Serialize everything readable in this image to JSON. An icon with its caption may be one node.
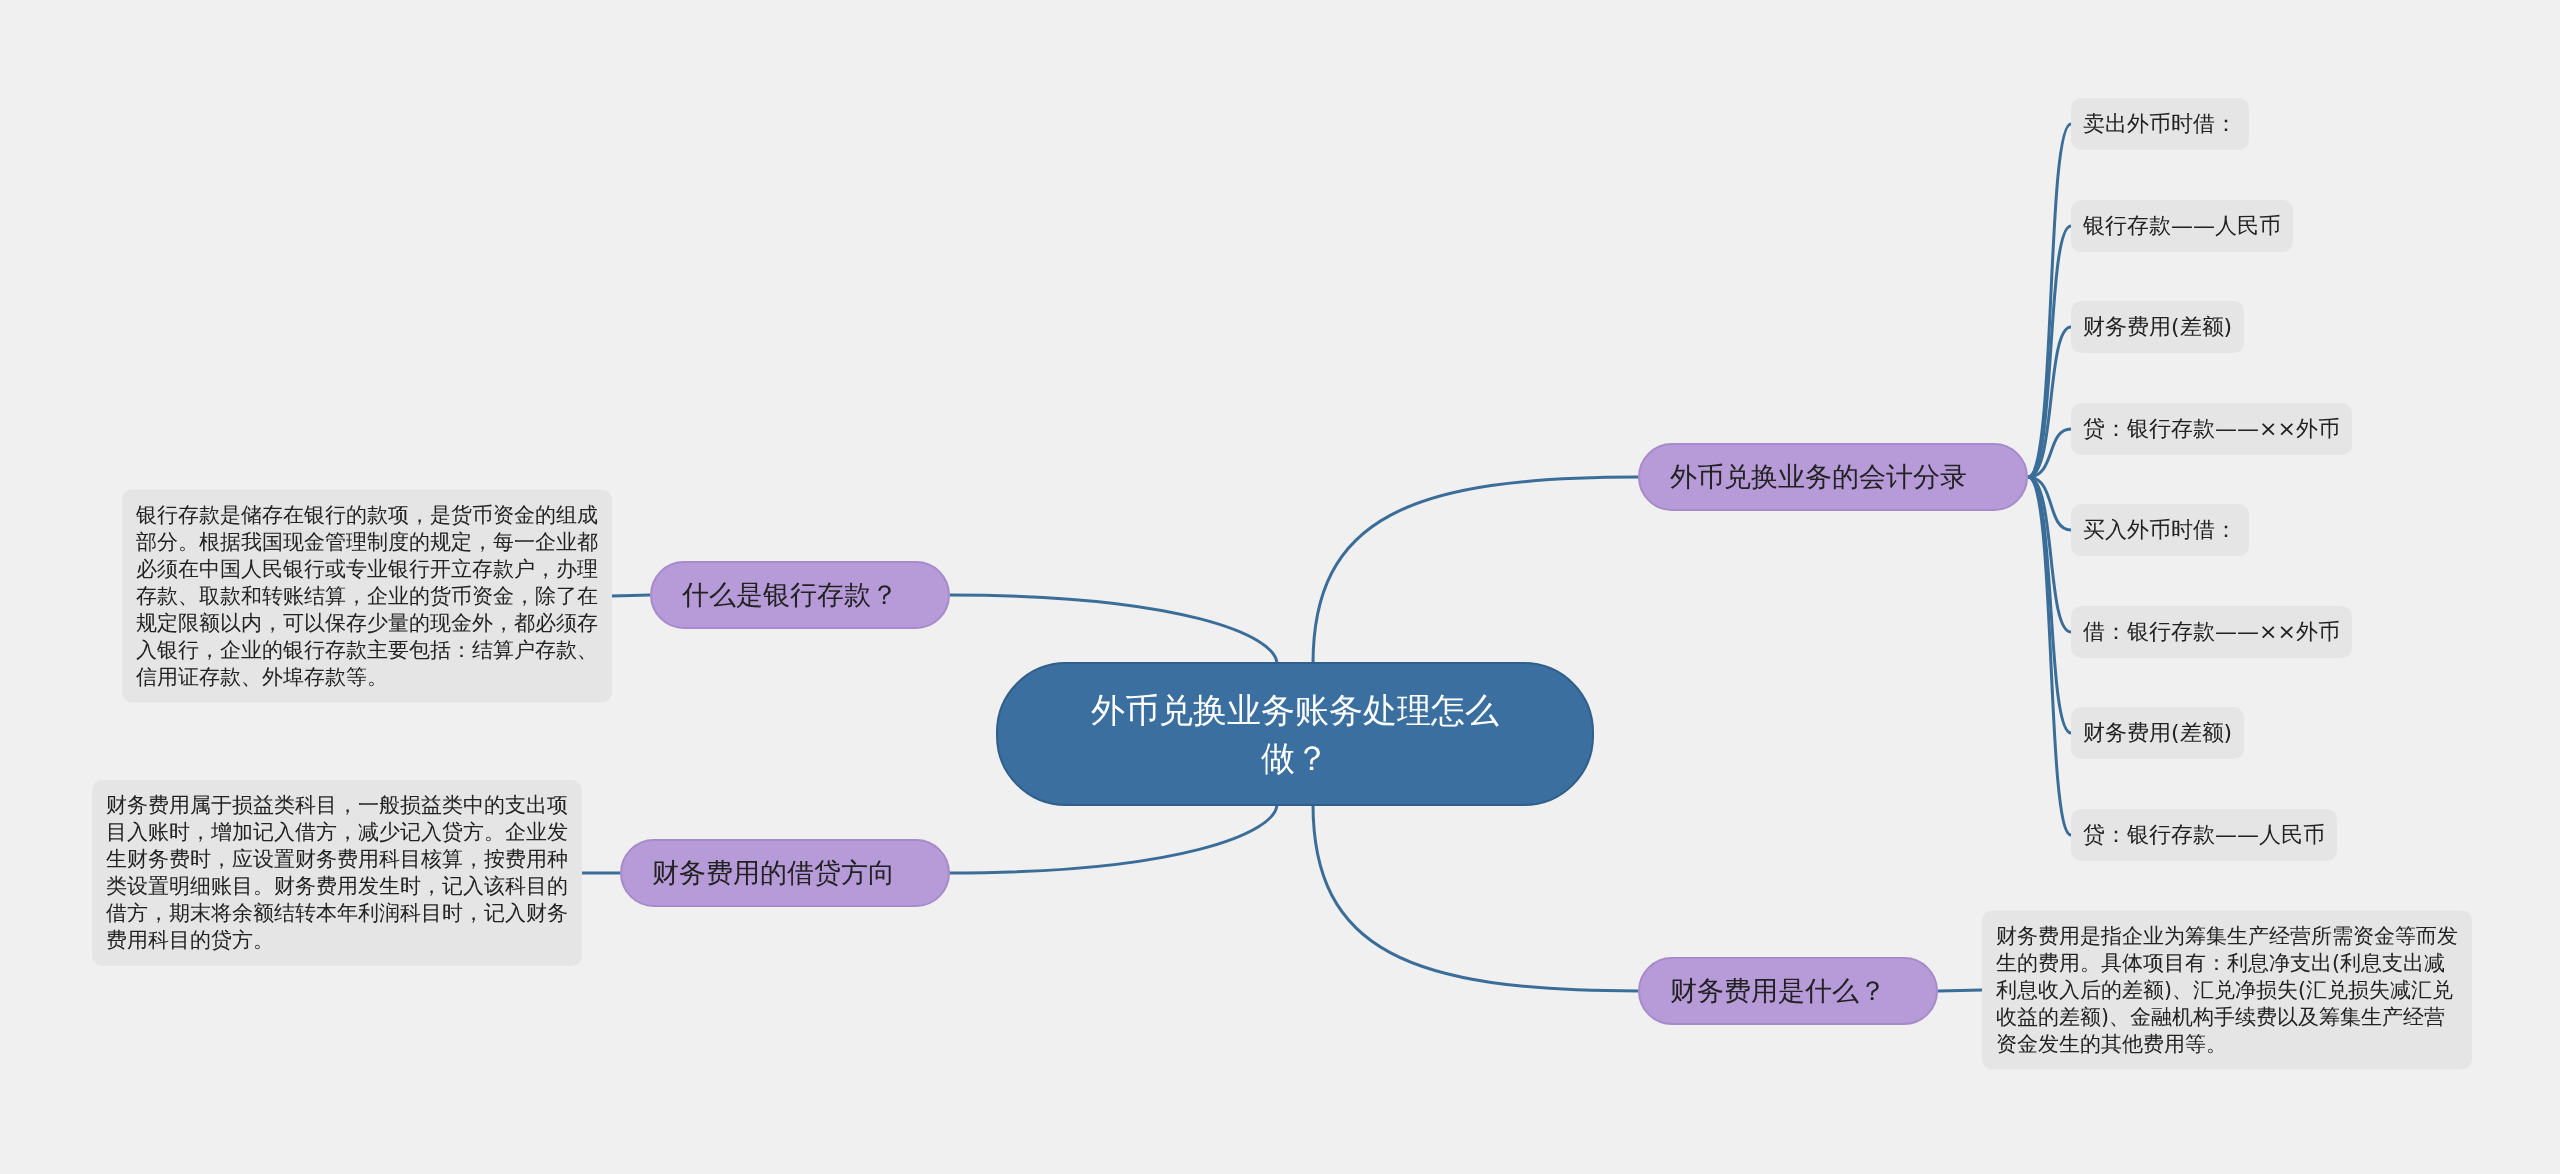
{
  "diagram": {
    "nodes": [
      {
        "text": [
          "外币兑换业务账务处理怎么做？"
        ]
      },
      {
        "text": [
          "外币兑换业务的会计分录"
        ]
      },
      {
        "text": [
          "卖出外币时借："
        ]
      },
      {
        "text": [
          "银行存款——人民币"
        ]
      },
      {
        "text": [
          "财务费用(差额)"
        ]
      },
      {
        "text": [
          "贷：银行存款——××外币"
        ]
      },
      {
        "text": [
          "买入外币时借："
        ]
      },
      {
        "text": [
          "借：银行存款——××外币"
        ]
      },
      {
        "text": [
          "财务费用(差额)"
        ]
      },
      {
        "text": [
          "贷：银行存款——人民币"
        ]
      },
      {
        "text": [
          "财务费用是什么？"
        ]
      },
      {
        "text": [
          "财务费用是指企业为筹集生产经营所需资金等而发生的费用。具体项目有：利息净支出(利息支出减利息收入后的差额)、汇兑净损失(汇兑损失减汇兑收益的差额)、金融机构手续费以及筹集生产经营资金发生的其他费用等。"
        ]
      },
      {
        "text": [
          "什么是银行存款？"
        ]
      },
      {
        "text": [
          "银行存款是储存在银行的款项，是货币资金的组成部分。根据我国现金管理制度的规定，每一企业都必须在中国人民银行或专业银行开立存款户，办理存款、取款和转账结算，企业的货币资金，除了在规定限额以内，可以保存少量的现金外，都必须存入银行，企业的银行存款主要包括：结算户存款、信用证存款、外埠存款等。"
        ]
      },
      {
        "text": [
          "财务费用的借贷方向"
        ]
      },
      {
        "text": [
          "财务费用属于损益类科目，一般损益类中的支出项目入账时，增加记入借方，减少记入贷方。企业发生财务费时，应设置财务费用科目核算，按费用种类设置明细账目。财务费用发生时，记入该科目的借方，期末将余额结转本年利润科目时，记入财务费用科目的贷方。"
        ]
      }
    ],
    "edges": [
      {
        "from": 0,
        "to": 1,
        "arrow": "none"
      },
      {
        "from": 1,
        "to": 2,
        "arrow": "none"
      },
      {
        "from": 1,
        "to": 3,
        "arrow": "none"
      },
      {
        "from": 1,
        "to": 4,
        "arrow": "none"
      },
      {
        "from": 1,
        "to": 5,
        "arrow": "none"
      },
      {
        "from": 1,
        "to": 6,
        "arrow": "none"
      },
      {
        "from": 1,
        "to": 7,
        "arrow": "none"
      },
      {
        "from": 1,
        "to": 8,
        "arrow": "none"
      },
      {
        "from": 1,
        "to": 9,
        "arrow": "none"
      },
      {
        "from": 0,
        "to": 10,
        "arrow": "none"
      },
      {
        "from": 10,
        "to": 11,
        "arrow": "none"
      },
      {
        "from": 0,
        "to": 12,
        "arrow": "none"
      },
      {
        "from": 12,
        "to": 13,
        "arrow": "none"
      },
      {
        "from": 0,
        "to": 14,
        "arrow": "none"
      },
      {
        "from": 14,
        "to": 15,
        "arrow": "none"
      }
    ]
  }
}
